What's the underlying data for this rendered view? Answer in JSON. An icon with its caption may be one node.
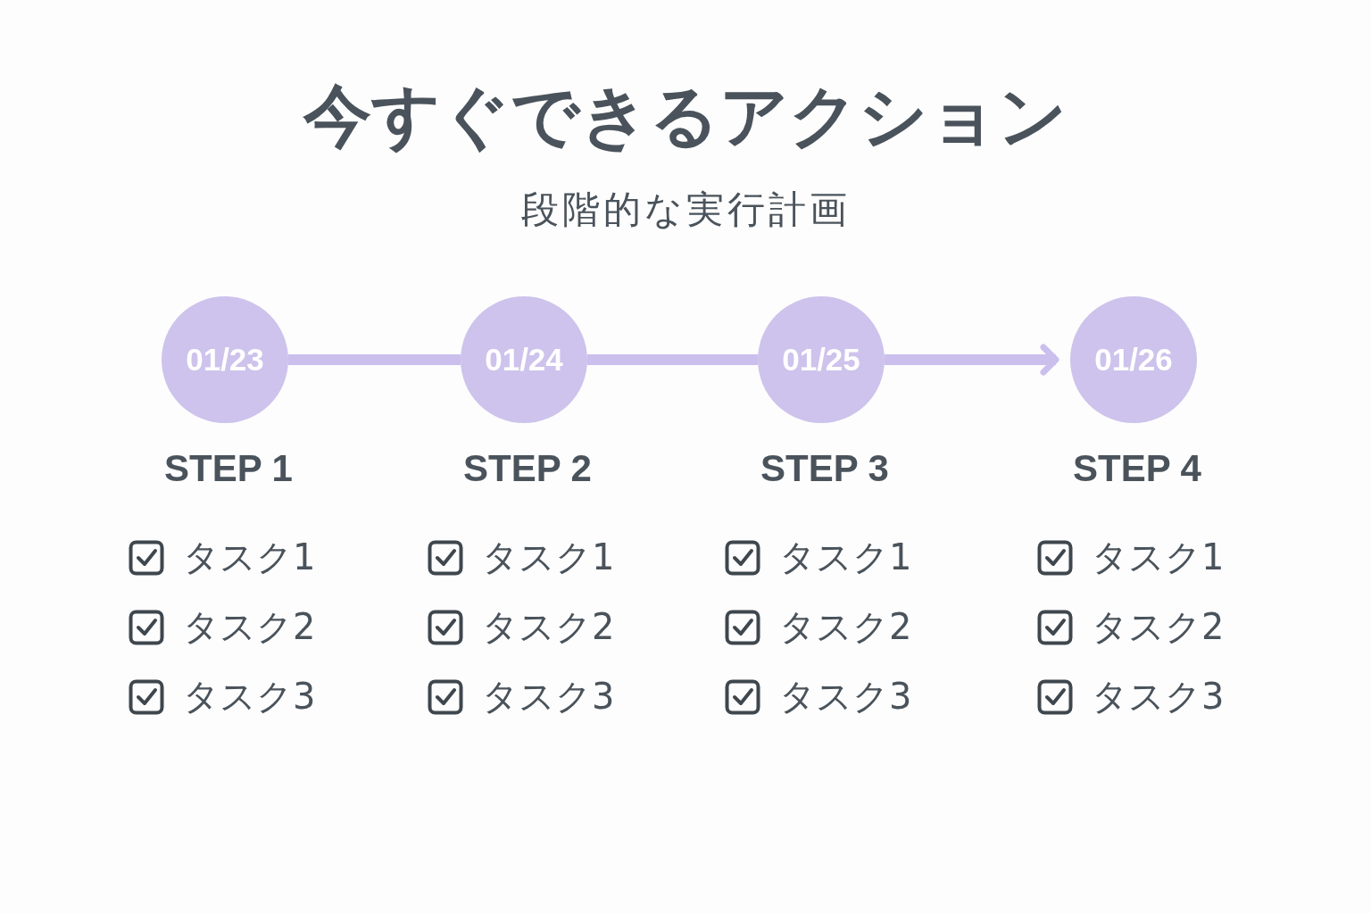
{
  "diagram": {
    "title": "今すぐできるアクション",
    "nodes": [
      {
        "text": [
          "01/23"
        ],
        "beside": [
          "STEP 1",
          "タスク1",
          "タスク2",
          "タスク3"
        ]
      },
      {
        "text": [
          "01/24"
        ],
        "beside": [
          "STEP 2",
          "タスク1",
          "タスク2",
          "タスク3"
        ]
      },
      {
        "text": [
          "01/25"
        ],
        "beside": [
          "STEP 3",
          "タスク1",
          "タスク2",
          "タスク3"
        ]
      },
      {
        "text": [
          "01/26"
        ],
        "beside": [
          "STEP 4",
          "タスク1",
          "タスク2",
          "タスク3"
        ]
      }
    ],
    "edges": [
      {
        "from": 0,
        "to": 1,
        "arrow": "none"
      },
      {
        "from": 1,
        "to": 2,
        "arrow": "none"
      },
      {
        "from": 2,
        "to": 3,
        "arrow": "to"
      }
    ],
    "labels": [
      "段階的な実行計画"
    ]
  }
}
